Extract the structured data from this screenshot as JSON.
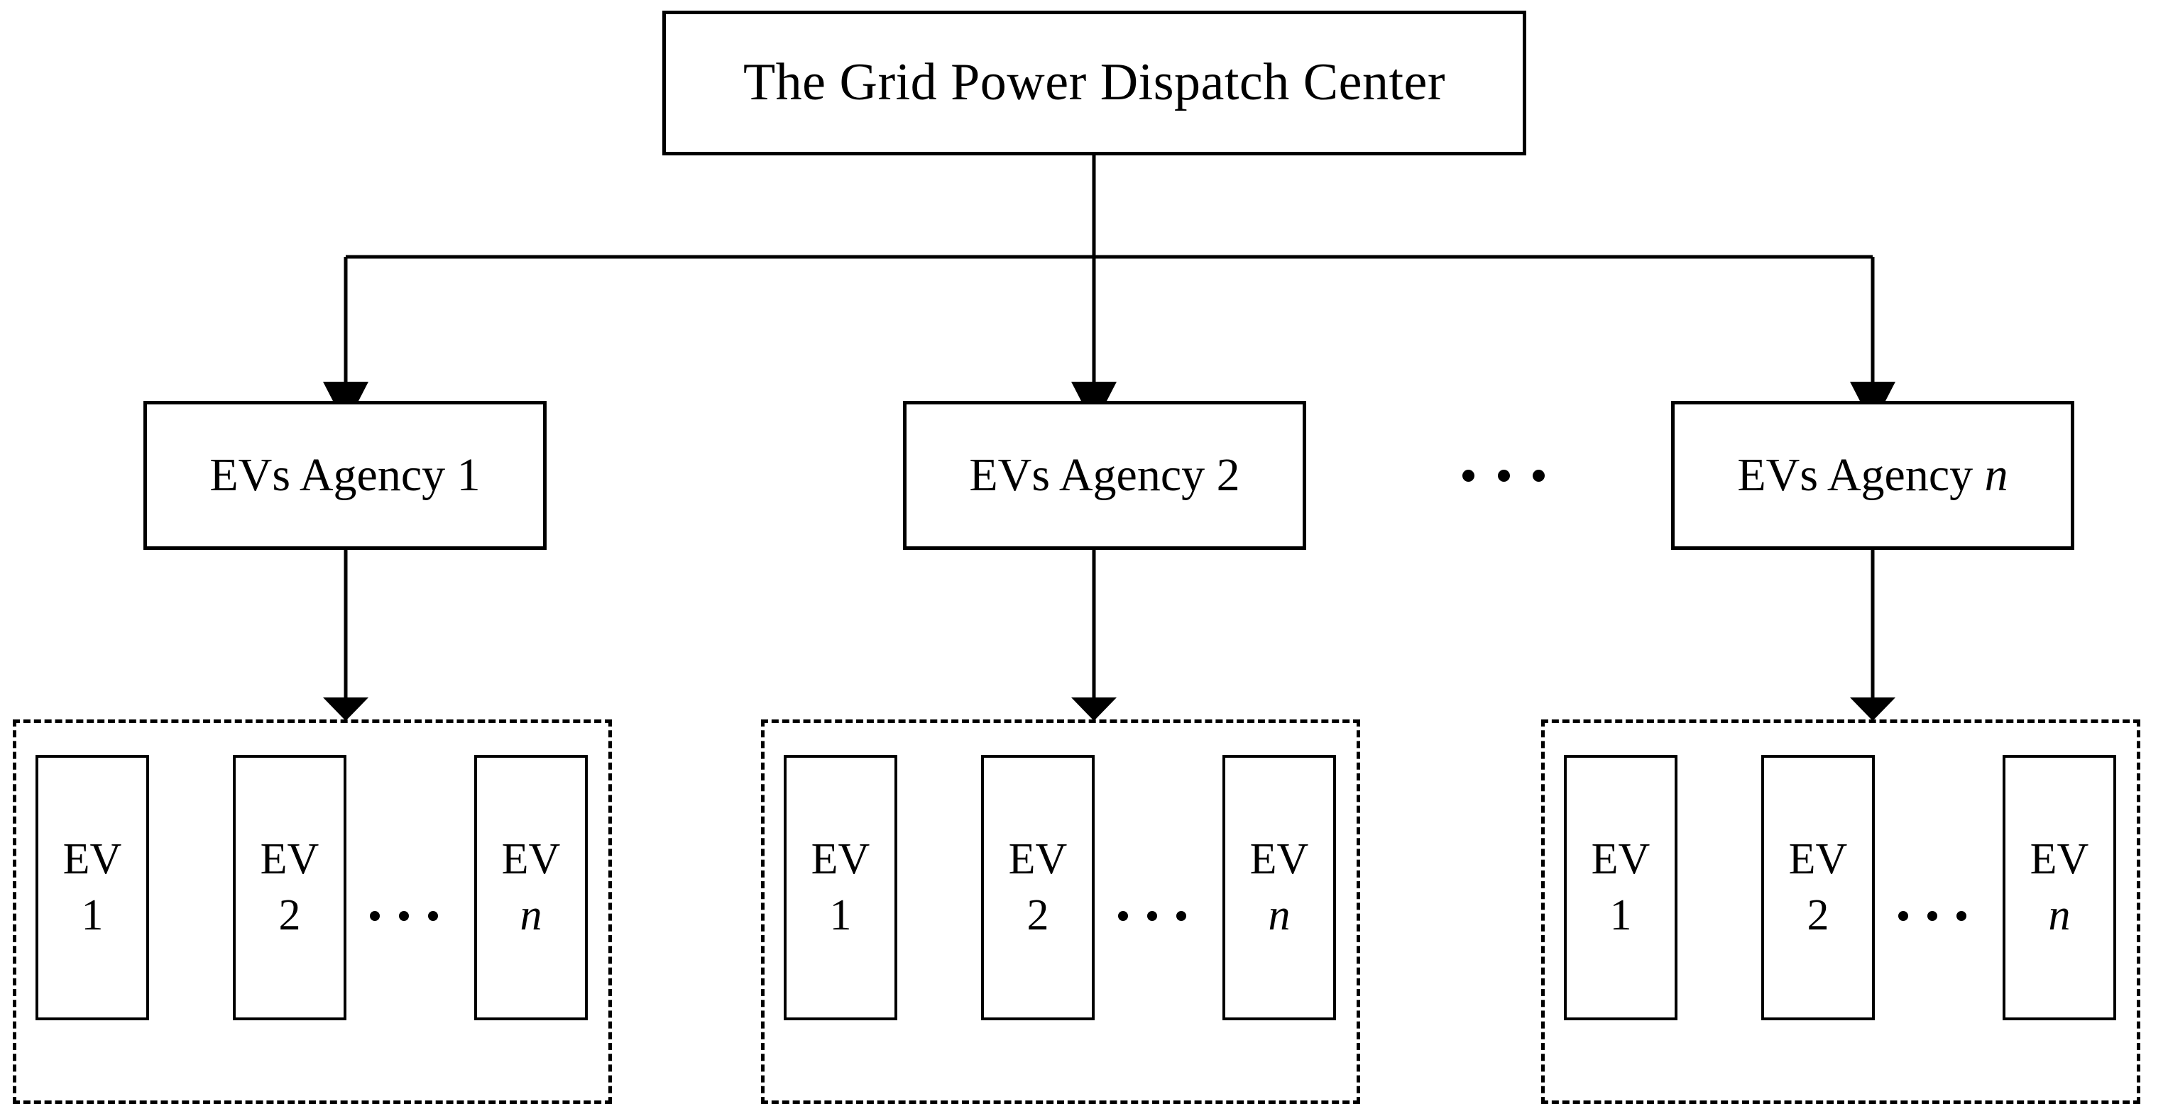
{
  "diagram": {
    "title_node": {
      "label": "The Grid Power Dispatch Center"
    },
    "agencies": [
      {
        "label": "EVs Agency 1"
      },
      {
        "label": "EVs Agency 2"
      },
      {
        "label_prefix": "EVs Agency ",
        "label_suffix": "n"
      }
    ],
    "agency_ellipsis": "· · ·",
    "ev_groups": [
      {
        "evs": [
          {
            "line1": "EV",
            "line2": "1"
          },
          {
            "line1": "EV",
            "line2": "2"
          },
          {
            "line1": "EV",
            "line2": "n"
          }
        ],
        "ellipsis": "· · ·"
      },
      {
        "evs": [
          {
            "line1": "EV",
            "line2": "1"
          },
          {
            "line1": "EV",
            "line2": "2"
          },
          {
            "line1": "EV",
            "line2": "n"
          }
        ],
        "ellipsis": "· · ·"
      },
      {
        "evs": [
          {
            "line1": "EV",
            "line2": "1"
          },
          {
            "line1": "EV",
            "line2": "2"
          },
          {
            "line1": "EV",
            "line2": "n"
          }
        ],
        "ellipsis": "· · ·"
      }
    ],
    "colors": {
      "stroke": "#000000",
      "background": "#ffffff"
    }
  }
}
